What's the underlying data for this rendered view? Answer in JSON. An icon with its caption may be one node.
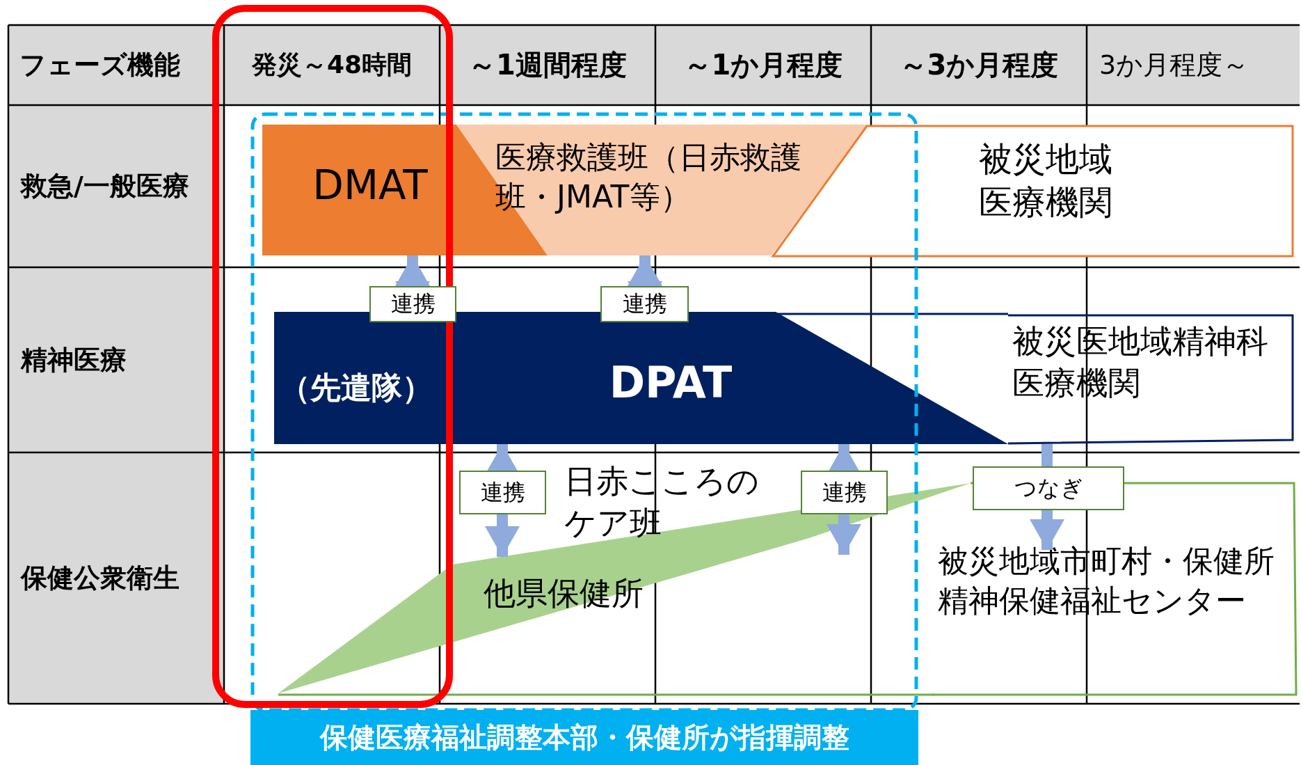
{
  "diagram": {
    "nodes": [
      {
        "text": [
          "DMAT"
        ]
      },
      {
        "text": [
          "医療救護班（日赤救護班・JMAT等）"
        ]
      },
      {
        "text": [
          "被災地域医療機関"
        ]
      },
      {
        "text": [
          "（先遣隊）",
          "DPAT"
        ]
      },
      {
        "text": [
          "被災医地域精神科医療機関"
        ]
      },
      {
        "text": [
          "日赤こころのケア班",
          "他県保健所"
        ]
      },
      {
        "text": [
          "被災地域市町村・保健所精神保健福祉センター"
        ]
      },
      {
        "text": [
          "保健医療福祉調整本部・保健所が指揮調整"
        ]
      }
    ],
    "edges": [
      {
        "from": 0,
        "to": 3,
        "arrow": "both",
        "label": "連携"
      },
      {
        "from": 1,
        "to": 3,
        "arrow": "both",
        "label": "連携"
      },
      {
        "from": 3,
        "to": 5,
        "arrow": "both",
        "label": "連携"
      },
      {
        "from": 3,
        "to": 5,
        "arrow": "both",
        "label": "連携"
      },
      {
        "from": 4,
        "to": 6,
        "arrow": "to",
        "label": "つなぎ"
      }
    ],
    "labels": [
      "フェーズ機能",
      "発災～48時間",
      "～1週間程度",
      "～1か月程度",
      "～3か月程度",
      "3か月程度～",
      "救急/一般医療",
      "精神医療",
      "保健公衆衛生"
    ]
  }
}
